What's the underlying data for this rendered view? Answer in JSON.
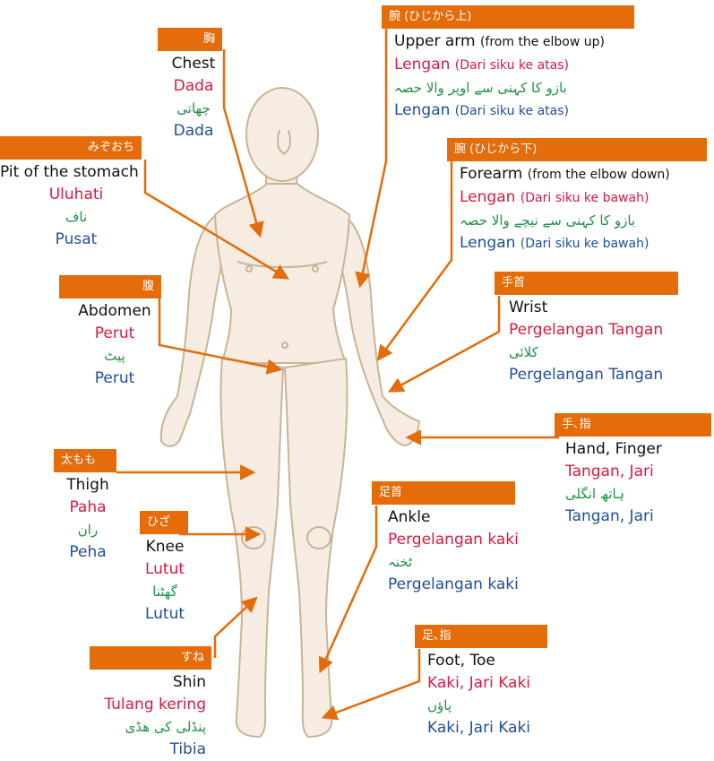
{
  "colors": {
    "accent": "#e46c0a",
    "english": "#111111",
    "indonesian": "#d8193f",
    "urdu": "#1f9147",
    "tagalog": "#1f4e9c",
    "body_fill": "#f6ece1",
    "body_line": "#c9b497"
  },
  "labels": {
    "chest": {
      "tag": "胸",
      "en": "Chest",
      "id": "Dada",
      "ur": "چھاتی",
      "tl": "Dada"
    },
    "pit": {
      "tag": "みぞおち",
      "en": "Pit of the stomach",
      "id": "Uluhati",
      "ur": "ناف",
      "tl": "Pusat"
    },
    "abdomen": {
      "tag": "腹",
      "en": "Abdomen",
      "id": "Perut",
      "ur": "پیٹ",
      "tl": "Perut"
    },
    "thigh": {
      "tag": "太もも",
      "en": "Thigh",
      "id": "Paha",
      "ur": "ران",
      "tl": "Peha"
    },
    "knee": {
      "tag": "ひざ",
      "en": "Knee",
      "id": "Lutut",
      "ur": "گھٹنا",
      "tl": "Lutut"
    },
    "shin": {
      "tag": "すね",
      "en": "Shin",
      "id": "Tulang kering",
      "ur": "پنڈلی کی ھڈی",
      "tl": "Tibia"
    },
    "upper_arm": {
      "tag": "腕 (ひじから上)",
      "en": "Upper arm",
      "en_note": "(from the elbow up)",
      "id": "Lengan",
      "id_note": "(Dari siku ke atas)",
      "ur": "بازو کا کہنی سے اوپر والا حصہ",
      "tl": "Lengan",
      "tl_note": "(Dari siku ke atas)"
    },
    "forearm": {
      "tag": "腕 (ひじから下)",
      "en": "Forearm",
      "en_note": "(from the elbow down)",
      "id": "Lengan",
      "id_note": "(Dari siku ke bawah)",
      "ur": "بازو کا کہنی سے نیچے والا حصہ",
      "tl": "Lengan",
      "tl_note": "(Dari siku ke bawah)"
    },
    "wrist": {
      "tag": "手首",
      "en": "Wrist",
      "id": "Pergelangan Tangan",
      "ur": "کلائی",
      "tl": "Pergelangan Tangan"
    },
    "hand": {
      "tag": "手､指",
      "en": "Hand, Finger",
      "id": "Tangan, Jari",
      "ur": "ہاتھ انگلی",
      "tl": "Tangan, Jari"
    },
    "ankle": {
      "tag": "足首",
      "en": "Ankle",
      "id": "Pergelangan kaki",
      "ur": "ٹخنہ",
      "tl": "Pergelangan kaki"
    },
    "foot": {
      "tag": "足､指",
      "en": "Foot, Toe",
      "id": "Kaki, Jari Kaki",
      "ur": "پاؤں",
      "tl": "Kaki, Jari Kaki"
    }
  }
}
